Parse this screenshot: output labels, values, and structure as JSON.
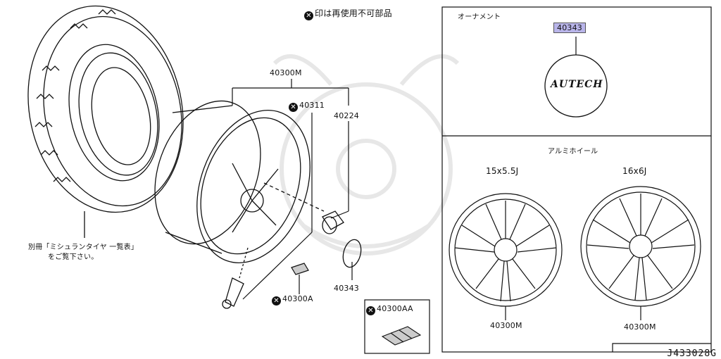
{
  "notice": {
    "text": "印は再使用不可部品"
  },
  "tire": {
    "note_line1": "別冊「ミシュランタイヤ 一覧表」",
    "note_line2": "をご覧下さい。"
  },
  "parts": {
    "wheel_assembly": "40300M",
    "valve": "40311",
    "nut": "40224",
    "balance_weight": "40300A",
    "cap": "40343",
    "weight_set": "40300AA"
  },
  "ornament_panel": {
    "title": "オーナメント",
    "part_number": "40343",
    "logo_text": "AUTECH"
  },
  "wheel_panel": {
    "title": "アルミホイール",
    "wheels": [
      {
        "size": "15x5.5J",
        "part_number": "40300M"
      },
      {
        "size": "16x6J",
        "part_number": "40300M"
      }
    ]
  },
  "diagram_code": "J433028G",
  "colors": {
    "highlight": "#b9b5ea",
    "line": "#111111"
  }
}
